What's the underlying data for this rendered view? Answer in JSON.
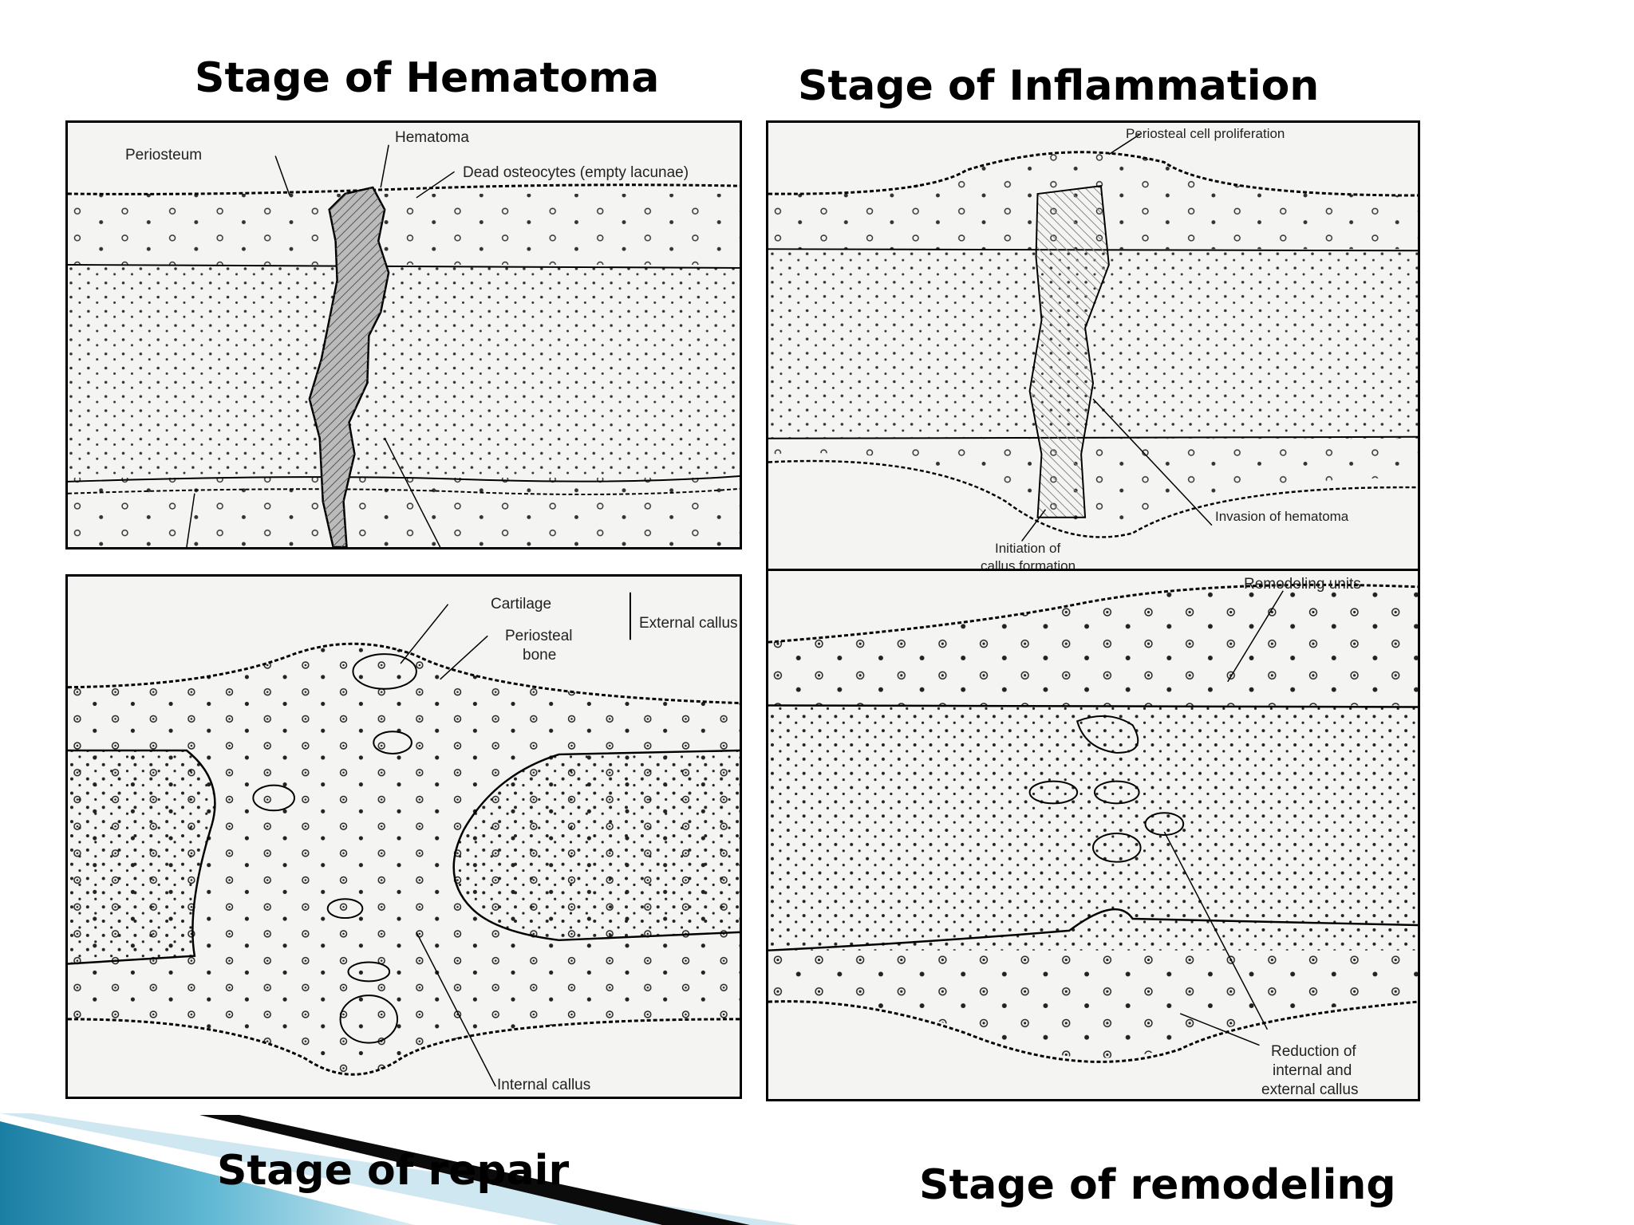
{
  "titles": {
    "hematoma": "Stage  of  Hematoma",
    "inflammation": "Stage of  Inflammation",
    "repair": "Stage  of  repair",
    "remodeling": "Stage  of  remodeling"
  },
  "panels": {
    "hematoma": {
      "labels": {
        "periosteum": "Periosteum",
        "hematoma": "Hematoma",
        "dead_osteocytes": "Dead osteocytes (empty lacunae)"
      }
    },
    "inflammation": {
      "labels": {
        "periosteal_proliferation": "Periosteal cell proliferation",
        "invasion": "Invasion of hematoma",
        "initiation_line1": "Initiation of",
        "initiation_line2": "callus formation"
      }
    },
    "repair": {
      "labels": {
        "cartilage": "Cartilage",
        "external_callus": "External callus",
        "periosteal_line1": "Periosteal",
        "periosteal_line2": "bone",
        "internal_callus": "Internal callus"
      }
    },
    "remodeling": {
      "labels": {
        "remodeling_units": "Remodeling units",
        "reduction_line1": "Reduction of",
        "reduction_line2": "internal and",
        "reduction_line3": "external callus"
      }
    }
  },
  "colors": {
    "background": "#ffffff",
    "panel_fill": "#f4f4f2",
    "ink": "#000000",
    "decoration_teal": "#1f8fb4"
  }
}
